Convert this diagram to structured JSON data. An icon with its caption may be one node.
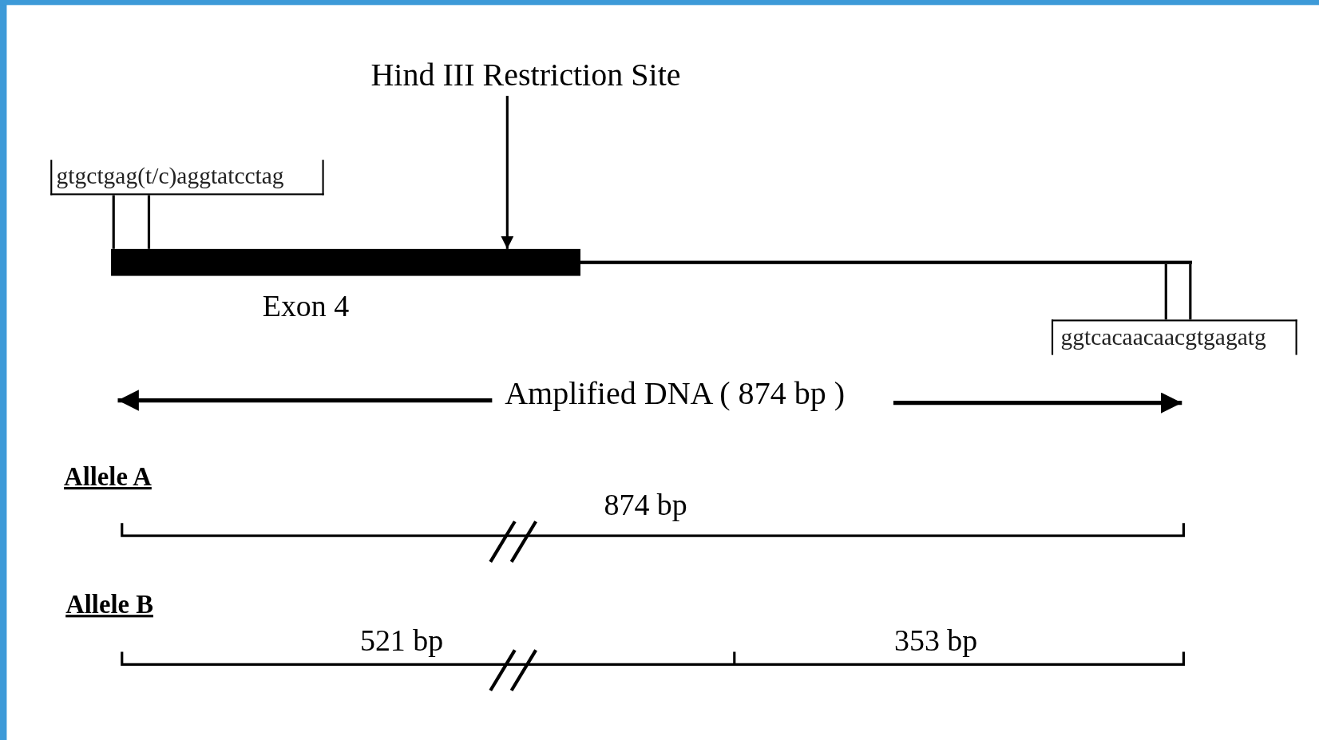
{
  "diagram": {
    "nodes": [
      {
        "text": [
          "Hind III Restriction Site"
        ]
      },
      {
        "text": [
          "gtgctgag(t/c)aggtatcctag"
        ]
      },
      {
        "text": [],
        "shape": "bar",
        "beside": [
          "Exon 4"
        ]
      },
      {
        "text": [],
        "shape": "line"
      },
      {
        "text": [
          "ggtcacaacaacgtgagatg"
        ]
      }
    ],
    "edges": [
      {
        "from": 0,
        "to": 2,
        "arrow": "to"
      },
      {
        "from": 1,
        "to": 2,
        "arrow": "none"
      },
      {
        "from": 4,
        "to": 3,
        "arrow": "none"
      }
    ],
    "labels": [
      "Amplified DNA ( 874 bp )",
      "Allele A",
      "874 bp",
      "Allele B",
      "521 bp",
      "353 bp"
    ]
  }
}
